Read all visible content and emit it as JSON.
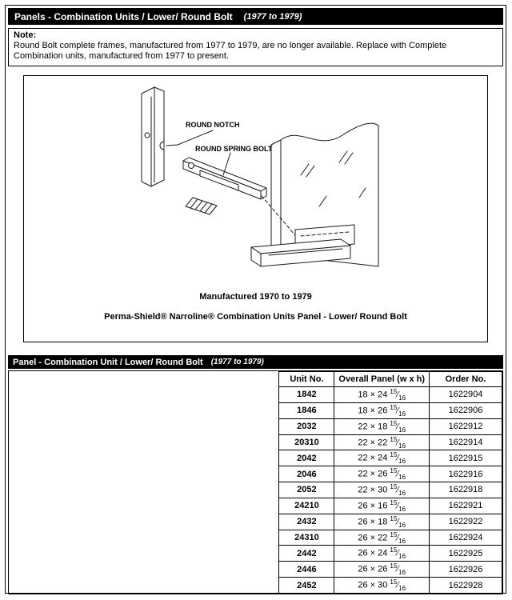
{
  "header": {
    "title": "Panels - Combination Units / Lower/ Round Bolt",
    "years": "(1977 to 1979)"
  },
  "note": {
    "label": "Note:",
    "text": "Round Bolt complete frames, manufactured from 1977 to 1979, are no longer available. Replace with Complete Combination units, manufactured from 1977 to present."
  },
  "diagram": {
    "labels": {
      "round_notch": "ROUND NOTCH",
      "round_spring_bolt": "ROUND SPRING BOLT"
    },
    "caption_manufactured": "Manufactured 1970 to 1979",
    "caption_product": "Perma-Shield® Narroline® Combination Units Panel - Lower/ Round Bolt"
  },
  "table": {
    "section_title": "Panel - Combination Unit / Lower/ Round Bolt",
    "section_years": "(1977 to 1979)",
    "columns": [
      "Unit No.",
      "Overall Panel (w x h)",
      "Order No."
    ],
    "rows": [
      {
        "unit": "1842",
        "dims": "18 × 24",
        "frac_num": "15",
        "frac_den": "16",
        "order": "1622904"
      },
      {
        "unit": "1846",
        "dims": "18 × 26",
        "frac_num": "15",
        "frac_den": "16",
        "order": "1622906"
      },
      {
        "unit": "2032",
        "dims": "22 × 18",
        "frac_num": "15",
        "frac_den": "16",
        "order": "1622912"
      },
      {
        "unit": "20310",
        "dims": "22 × 22",
        "frac_num": "15",
        "frac_den": "16",
        "order": "1622914"
      },
      {
        "unit": "2042",
        "dims": "22 × 24",
        "frac_num": "15",
        "frac_den": "16",
        "order": "1622915"
      },
      {
        "unit": "2046",
        "dims": "22 × 26",
        "frac_num": "15",
        "frac_den": "16",
        "order": "1622916"
      },
      {
        "unit": "2052",
        "dims": "22 × 30",
        "frac_num": "15",
        "frac_den": "16",
        "order": "1622918"
      },
      {
        "unit": "24210",
        "dims": "26 × 16",
        "frac_num": "15",
        "frac_den": "16",
        "order": "1622921"
      },
      {
        "unit": "2432",
        "dims": "26 × 18",
        "frac_num": "15",
        "frac_den": "16",
        "order": "1622922"
      },
      {
        "unit": "24310",
        "dims": "26 × 22",
        "frac_num": "15",
        "frac_den": "16",
        "order": "1622924"
      },
      {
        "unit": "2442",
        "dims": "26 × 24",
        "frac_num": "15",
        "frac_den": "16",
        "order": "1622925"
      },
      {
        "unit": "2446",
        "dims": "26 × 26",
        "frac_num": "15",
        "frac_den": "16",
        "order": "1622926"
      },
      {
        "unit": "2452",
        "dims": "26 × 30",
        "frac_num": "15",
        "frac_den": "16",
        "order": "1622928"
      }
    ]
  }
}
